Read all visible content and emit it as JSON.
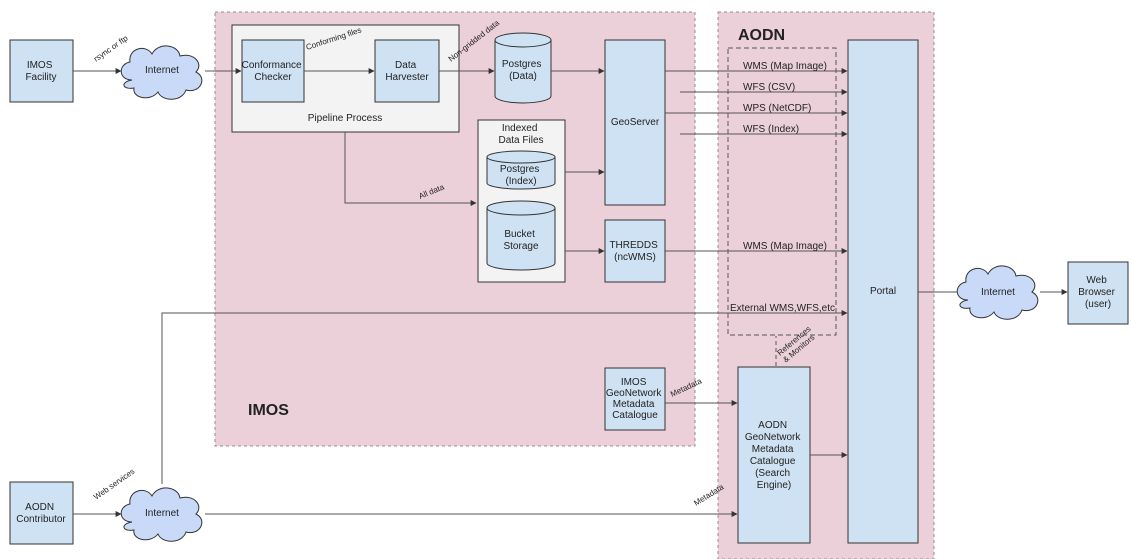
{
  "colors": {
    "zone_fill": "#ecd0d9",
    "zone_stroke": "#9a8a8e",
    "box_fill": "#cfe2f3",
    "box_stroke": "#333333",
    "group_fill": "#f3f3f3",
    "cloud_fill": "#c9daf8",
    "line": "#555555"
  },
  "zones": {
    "imos": "IMOS",
    "aodn": "AODN"
  },
  "nodes": {
    "imos_facility": [
      "IMOS",
      "Facility"
    ],
    "internet_top": [
      "Internet"
    ],
    "conformance_checker": [
      "Conformance",
      "Checker"
    ],
    "data_harvester": [
      "Data",
      "Harvester"
    ],
    "pipeline_process": [
      "Pipeline Process"
    ],
    "postgres_data": [
      "Postgres",
      "(Data)"
    ],
    "indexed_data_files": [
      "Indexed",
      "Data Files"
    ],
    "postgres_index": [
      "Postgres",
      "(Index)"
    ],
    "bucket_storage": [
      "Bucket",
      "Storage"
    ],
    "geoserver": [
      "GeoServer"
    ],
    "thredds": [
      "THREDDS",
      "(ncWMS)"
    ],
    "imos_geonetwork": [
      "IMOS",
      "GeoNetwork",
      "Metadata",
      "Catalogue"
    ],
    "aodn_geonetwork": [
      "AODN",
      "GeoNetwork",
      "Metadata",
      "Catalogue",
      "(Search",
      "Engine)"
    ],
    "portal": [
      "Portal"
    ],
    "internet_right": [
      "Internet"
    ],
    "web_browser": [
      "Web",
      "Browser",
      "(user)"
    ],
    "aodn_contributor": [
      "AODN",
      "Contributor"
    ],
    "internet_bottom": [
      "Internet"
    ]
  },
  "edge_labels": {
    "rsync_ftp": "rsync or ftp",
    "conforming_files": "Conforming files",
    "non_gridded": "Non-gridded data",
    "all_data": "All data",
    "wms_map_image_1": "WMS (Map Image)",
    "wfs_csv": "WFS (CSV)",
    "wps_netcdf": "WPS (NetCDF)",
    "wfs_index": "WFS (Index)",
    "wms_map_image_2": "WMS (Map Image)",
    "external_wms": "External WMS,WFS,etc",
    "references_monitors": [
      "References",
      "& Monitors"
    ],
    "metadata_imos": "Metadata",
    "metadata_contrib": "Metadata",
    "web_services": "Web services"
  }
}
